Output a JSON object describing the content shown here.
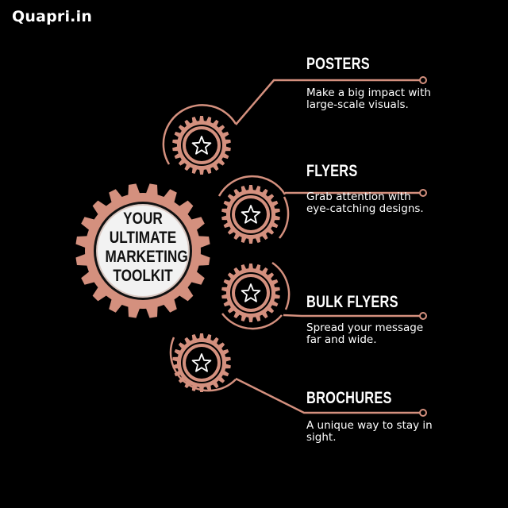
{
  "brand": {
    "name": "Quapri.in"
  },
  "colors": {
    "background": "#000000",
    "accent": "#d4907e",
    "text": "#ffffff",
    "center_disc": "#f2f2f2"
  },
  "center": {
    "lines": [
      "YOUR",
      "ULTIMATE",
      "MARKETING",
      "TOOLKIT"
    ]
  },
  "items": [
    {
      "title": "POSTERS",
      "description": "Make a big impact with large-scale visuals.",
      "icon": "star-icon"
    },
    {
      "title": "FLYERS",
      "description": "Grab attention with eye-catching designs.",
      "icon": "star-icon"
    },
    {
      "title": "BULK FLYERS",
      "description": "Spread your message far and wide.",
      "icon": "star-icon"
    },
    {
      "title": "BROCHURES",
      "description": "A unique way to stay in sight.",
      "icon": "star-icon"
    }
  ]
}
